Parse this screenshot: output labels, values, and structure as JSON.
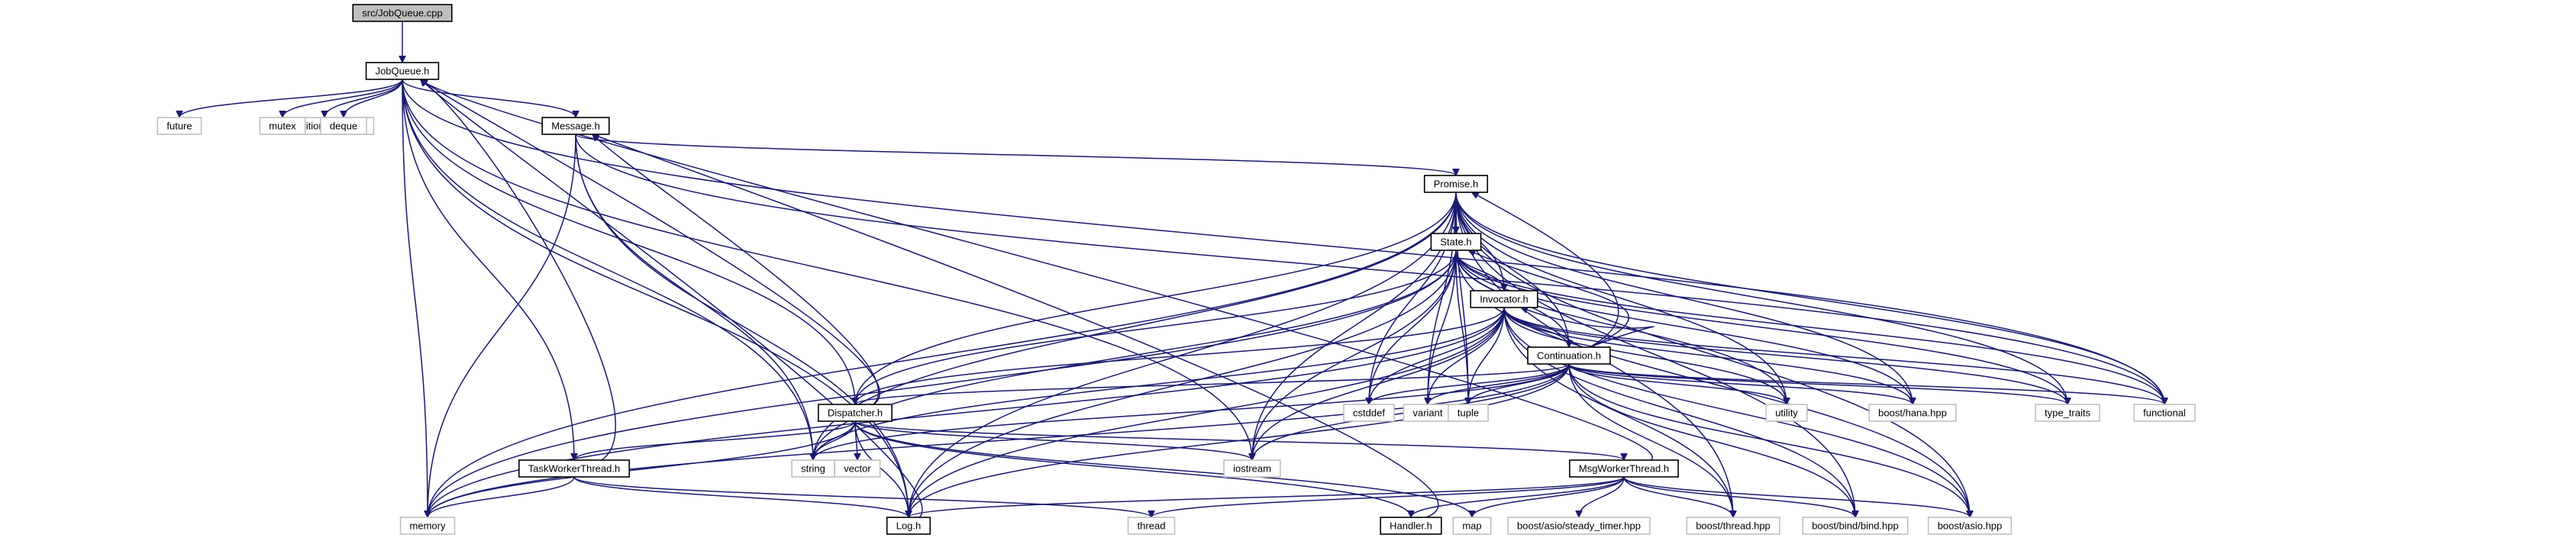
{
  "nodes": [
    {
      "id": "src_JobQueue_cpp",
      "label": "src/JobQueue.cpp",
      "kind": "root"
    },
    {
      "id": "JobQueue_h",
      "label": "JobQueue.h",
      "kind": "proj"
    },
    {
      "id": "condition_variable",
      "label": "condition_variable",
      "kind": "ext"
    },
    {
      "id": "future",
      "label": "future",
      "kind": "ext"
    },
    {
      "id": "mutex",
      "label": "mutex",
      "kind": "ext"
    },
    {
      "id": "deque",
      "label": "deque",
      "kind": "ext"
    },
    {
      "id": "Message_h",
      "label": "Message.h",
      "kind": "proj"
    },
    {
      "id": "Promise_h",
      "label": "Promise.h",
      "kind": "proj"
    },
    {
      "id": "State_h",
      "label": "State.h",
      "kind": "proj"
    },
    {
      "id": "Invocator_h",
      "label": "Invocator.h",
      "kind": "proj"
    },
    {
      "id": "Continuation_h",
      "label": "Continuation.h",
      "kind": "proj"
    },
    {
      "id": "Dispatcher_h",
      "label": "Dispatcher.h",
      "kind": "proj"
    },
    {
      "id": "cstddef",
      "label": "cstddef",
      "kind": "ext"
    },
    {
      "id": "variant",
      "label": "variant",
      "kind": "ext"
    },
    {
      "id": "tuple",
      "label": "tuple",
      "kind": "ext"
    },
    {
      "id": "utility",
      "label": "utility",
      "kind": "ext"
    },
    {
      "id": "boost_hana",
      "label": "boost/hana.hpp",
      "kind": "ext"
    },
    {
      "id": "type_traits",
      "label": "type_traits",
      "kind": "ext"
    },
    {
      "id": "functional",
      "label": "functional",
      "kind": "ext"
    },
    {
      "id": "string",
      "label": "string",
      "kind": "ext"
    },
    {
      "id": "vector",
      "label": "vector",
      "kind": "ext"
    },
    {
      "id": "iostream",
      "label": "iostream",
      "kind": "ext"
    },
    {
      "id": "TaskWorkerThread_h",
      "label": "TaskWorkerThread.h",
      "kind": "proj"
    },
    {
      "id": "MsgWorkerThread_h",
      "label": "MsgWorkerThread.h",
      "kind": "proj"
    },
    {
      "id": "memory",
      "label": "memory",
      "kind": "ext"
    },
    {
      "id": "Log_h",
      "label": "Log.h",
      "kind": "proj"
    },
    {
      "id": "thread",
      "label": "thread",
      "kind": "ext"
    },
    {
      "id": "Handler_h",
      "label": "Handler.h",
      "kind": "proj"
    },
    {
      "id": "map",
      "label": "map",
      "kind": "ext"
    },
    {
      "id": "boost_steady_timer",
      "label": "boost/asio/steady_timer.hpp",
      "kind": "ext"
    },
    {
      "id": "boost_thread",
      "label": "boost/thread.hpp",
      "kind": "ext"
    },
    {
      "id": "boost_bind",
      "label": "boost/bind/bind.hpp",
      "kind": "ext"
    },
    {
      "id": "boost_asio",
      "label": "boost/asio.hpp",
      "kind": "ext"
    }
  ],
  "edges": [
    [
      "src_JobQueue_cpp",
      "JobQueue_h"
    ],
    [
      "JobQueue_h",
      "condition_variable"
    ],
    [
      "JobQueue_h",
      "future"
    ],
    [
      "JobQueue_h",
      "mutex"
    ],
    [
      "JobQueue_h",
      "deque"
    ],
    [
      "JobQueue_h",
      "Message_h"
    ],
    [
      "JobQueue_h",
      "memory"
    ],
    [
      "JobQueue_h",
      "Dispatcher_h"
    ],
    [
      "JobQueue_h",
      "TaskWorkerThread_h"
    ],
    [
      "JobQueue_h",
      "Log_h"
    ],
    [
      "JobQueue_h",
      "functional"
    ],
    [
      "JobQueue_h",
      "iostream"
    ],
    [
      "JobQueue_h",
      "string"
    ],
    [
      "Message_h",
      "Promise_h"
    ],
    [
      "Message_h",
      "memory"
    ],
    [
      "Message_h",
      "string"
    ],
    [
      "Message_h",
      "Log_h"
    ],
    [
      "Message_h",
      "functional"
    ],
    [
      "Promise_h",
      "State_h"
    ],
    [
      "Promise_h",
      "Invocator_h"
    ],
    [
      "Promise_h",
      "Continuation_h"
    ],
    [
      "Promise_h",
      "Dispatcher_h"
    ],
    [
      "Promise_h",
      "cstddef"
    ],
    [
      "Promise_h",
      "variant"
    ],
    [
      "Promise_h",
      "tuple"
    ],
    [
      "Promise_h",
      "utility"
    ],
    [
      "Promise_h",
      "boost_hana"
    ],
    [
      "Promise_h",
      "type_traits"
    ],
    [
      "Promise_h",
      "functional"
    ],
    [
      "Promise_h",
      "string"
    ],
    [
      "Promise_h",
      "memory"
    ],
    [
      "Promise_h",
      "iostream"
    ],
    [
      "Promise_h",
      "Log_h"
    ],
    [
      "Promise_h",
      "boost_thread"
    ],
    [
      "Promise_h",
      "boost_bind"
    ],
    [
      "Promise_h",
      "boost_asio"
    ],
    [
      "State_h",
      "Invocator_h"
    ],
    [
      "State_h",
      "Continuation_h"
    ],
    [
      "State_h",
      "Dispatcher_h"
    ],
    [
      "State_h",
      "cstddef"
    ],
    [
      "State_h",
      "variant"
    ],
    [
      "State_h",
      "tuple"
    ],
    [
      "State_h",
      "utility"
    ],
    [
      "State_h",
      "boost_hana"
    ],
    [
      "State_h",
      "type_traits"
    ],
    [
      "State_h",
      "functional"
    ],
    [
      "State_h",
      "string"
    ],
    [
      "State_h",
      "memory"
    ],
    [
      "State_h",
      "iostream"
    ],
    [
      "State_h",
      "Log_h"
    ],
    [
      "State_h",
      "boost_asio"
    ],
    [
      "Invocator_h",
      "Continuation_h"
    ],
    [
      "Invocator_h",
      "Dispatcher_h"
    ],
    [
      "Invocator_h",
      "cstddef"
    ],
    [
      "Invocator_h",
      "variant"
    ],
    [
      "Invocator_h",
      "tuple"
    ],
    [
      "Invocator_h",
      "utility"
    ],
    [
      "Invocator_h",
      "boost_hana"
    ],
    [
      "Invocator_h",
      "type_traits"
    ],
    [
      "Invocator_h",
      "functional"
    ],
    [
      "Invocator_h",
      "string"
    ],
    [
      "Invocator_h",
      "memory"
    ],
    [
      "Invocator_h",
      "iostream"
    ],
    [
      "Invocator_h",
      "Log_h"
    ],
    [
      "Invocator_h",
      "boost_thread"
    ],
    [
      "Invocator_h",
      "boost_bind"
    ],
    [
      "Invocator_h",
      "boost_asio"
    ],
    [
      "Continuation_h",
      "Promise_h"
    ],
    [
      "Continuation_h",
      "State_h"
    ],
    [
      "Continuation_h",
      "Invocator_h"
    ],
    [
      "Continuation_h",
      "Dispatcher_h"
    ],
    [
      "Continuation_h",
      "cstddef"
    ],
    [
      "Continuation_h",
      "variant"
    ],
    [
      "Continuation_h",
      "tuple"
    ],
    [
      "Continuation_h",
      "utility"
    ],
    [
      "Continuation_h",
      "boost_hana"
    ],
    [
      "Continuation_h",
      "type_traits"
    ],
    [
      "Continuation_h",
      "functional"
    ],
    [
      "Continuation_h",
      "string"
    ],
    [
      "Continuation_h",
      "memory"
    ],
    [
      "Continuation_h",
      "iostream"
    ],
    [
      "Continuation_h",
      "Log_h"
    ],
    [
      "Continuation_h",
      "boost_thread"
    ],
    [
      "Continuation_h",
      "boost_bind"
    ],
    [
      "Continuation_h",
      "boost_asio"
    ],
    [
      "Dispatcher_h",
      "Message_h"
    ],
    [
      "Dispatcher_h",
      "JobQueue_h"
    ],
    [
      "Dispatcher_h",
      "string"
    ],
    [
      "Dispatcher_h",
      "vector"
    ],
    [
      "Dispatcher_h",
      "iostream"
    ],
    [
      "Dispatcher_h",
      "memory"
    ],
    [
      "Dispatcher_h",
      "Log_h"
    ],
    [
      "Dispatcher_h",
      "TaskWorkerThread_h"
    ],
    [
      "Dispatcher_h",
      "MsgWorkerThread_h"
    ],
    [
      "Dispatcher_h",
      "Handler_h"
    ],
    [
      "Dispatcher_h",
      "map"
    ],
    [
      "TaskWorkerThread_h",
      "JobQueue_h"
    ],
    [
      "TaskWorkerThread_h",
      "memory"
    ],
    [
      "TaskWorkerThread_h",
      "Log_h"
    ],
    [
      "TaskWorkerThread_h",
      "thread"
    ],
    [
      "MsgWorkerThread_h",
      "JobQueue_h"
    ],
    [
      "MsgWorkerThread_h",
      "Log_h"
    ],
    [
      "MsgWorkerThread_h",
      "thread"
    ],
    [
      "MsgWorkerThread_h",
      "Handler_h"
    ],
    [
      "MsgWorkerThread_h",
      "map"
    ],
    [
      "MsgWorkerThread_h",
      "boost_steady_timer"
    ],
    [
      "MsgWorkerThread_h",
      "boost_thread"
    ],
    [
      "MsgWorkerThread_h",
      "boost_bind"
    ],
    [
      "MsgWorkerThread_h",
      "boost_asio"
    ],
    [
      "Handler_h",
      "Message_h"
    ],
    [
      "Log_h",
      "JobQueue_h"
    ]
  ]
}
